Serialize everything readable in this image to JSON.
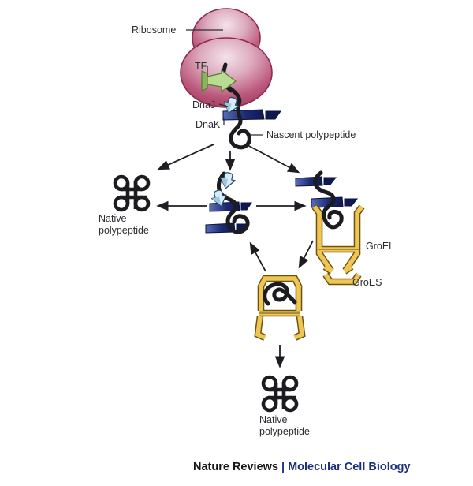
{
  "colors": {
    "background": "#ffffff",
    "ribosome_light": "#f2dde5",
    "ribosome_mid": "#c9748f",
    "ribosome_dark": "#a23c60",
    "ribosome_outline": "#8e2a4e",
    "tf_green": "#b9dc92",
    "tf_green_dark": "#8ab55e",
    "tf_outline": "#567d33",
    "dnaj_blue": "#d6edf6",
    "dnaj_shade": "#9cc8dd",
    "dnaj_outline": "#27496b",
    "dnak_light": "#5a6db8",
    "dnak_dark": "#0f1950",
    "dnak_outline": "#0a1140",
    "gold": "#efc654",
    "gold_outline": "#6b5413",
    "chain_black": "#1b1b20",
    "arrow_black": "#1e1e22",
    "label_text": "#2c2c31",
    "footer_black": "#17171b",
    "footer_navy": "#1c2f80"
  },
  "diagram": {
    "labels": {
      "ribosome": "Ribosome",
      "tf": "TF",
      "dnaj": "DnaJ",
      "dnak": "DnaK",
      "nascent_polypeptide": "Nascent polypeptide",
      "native_polypeptide_left": "Native polypeptide",
      "groel": "GroEL",
      "groes": "GroES",
      "native_polypeptide_bottom": "Native polypeptide"
    }
  },
  "footer": {
    "journal": "Nature Reviews",
    "separator": "|",
    "title": "Molecular Cell Biology"
  }
}
